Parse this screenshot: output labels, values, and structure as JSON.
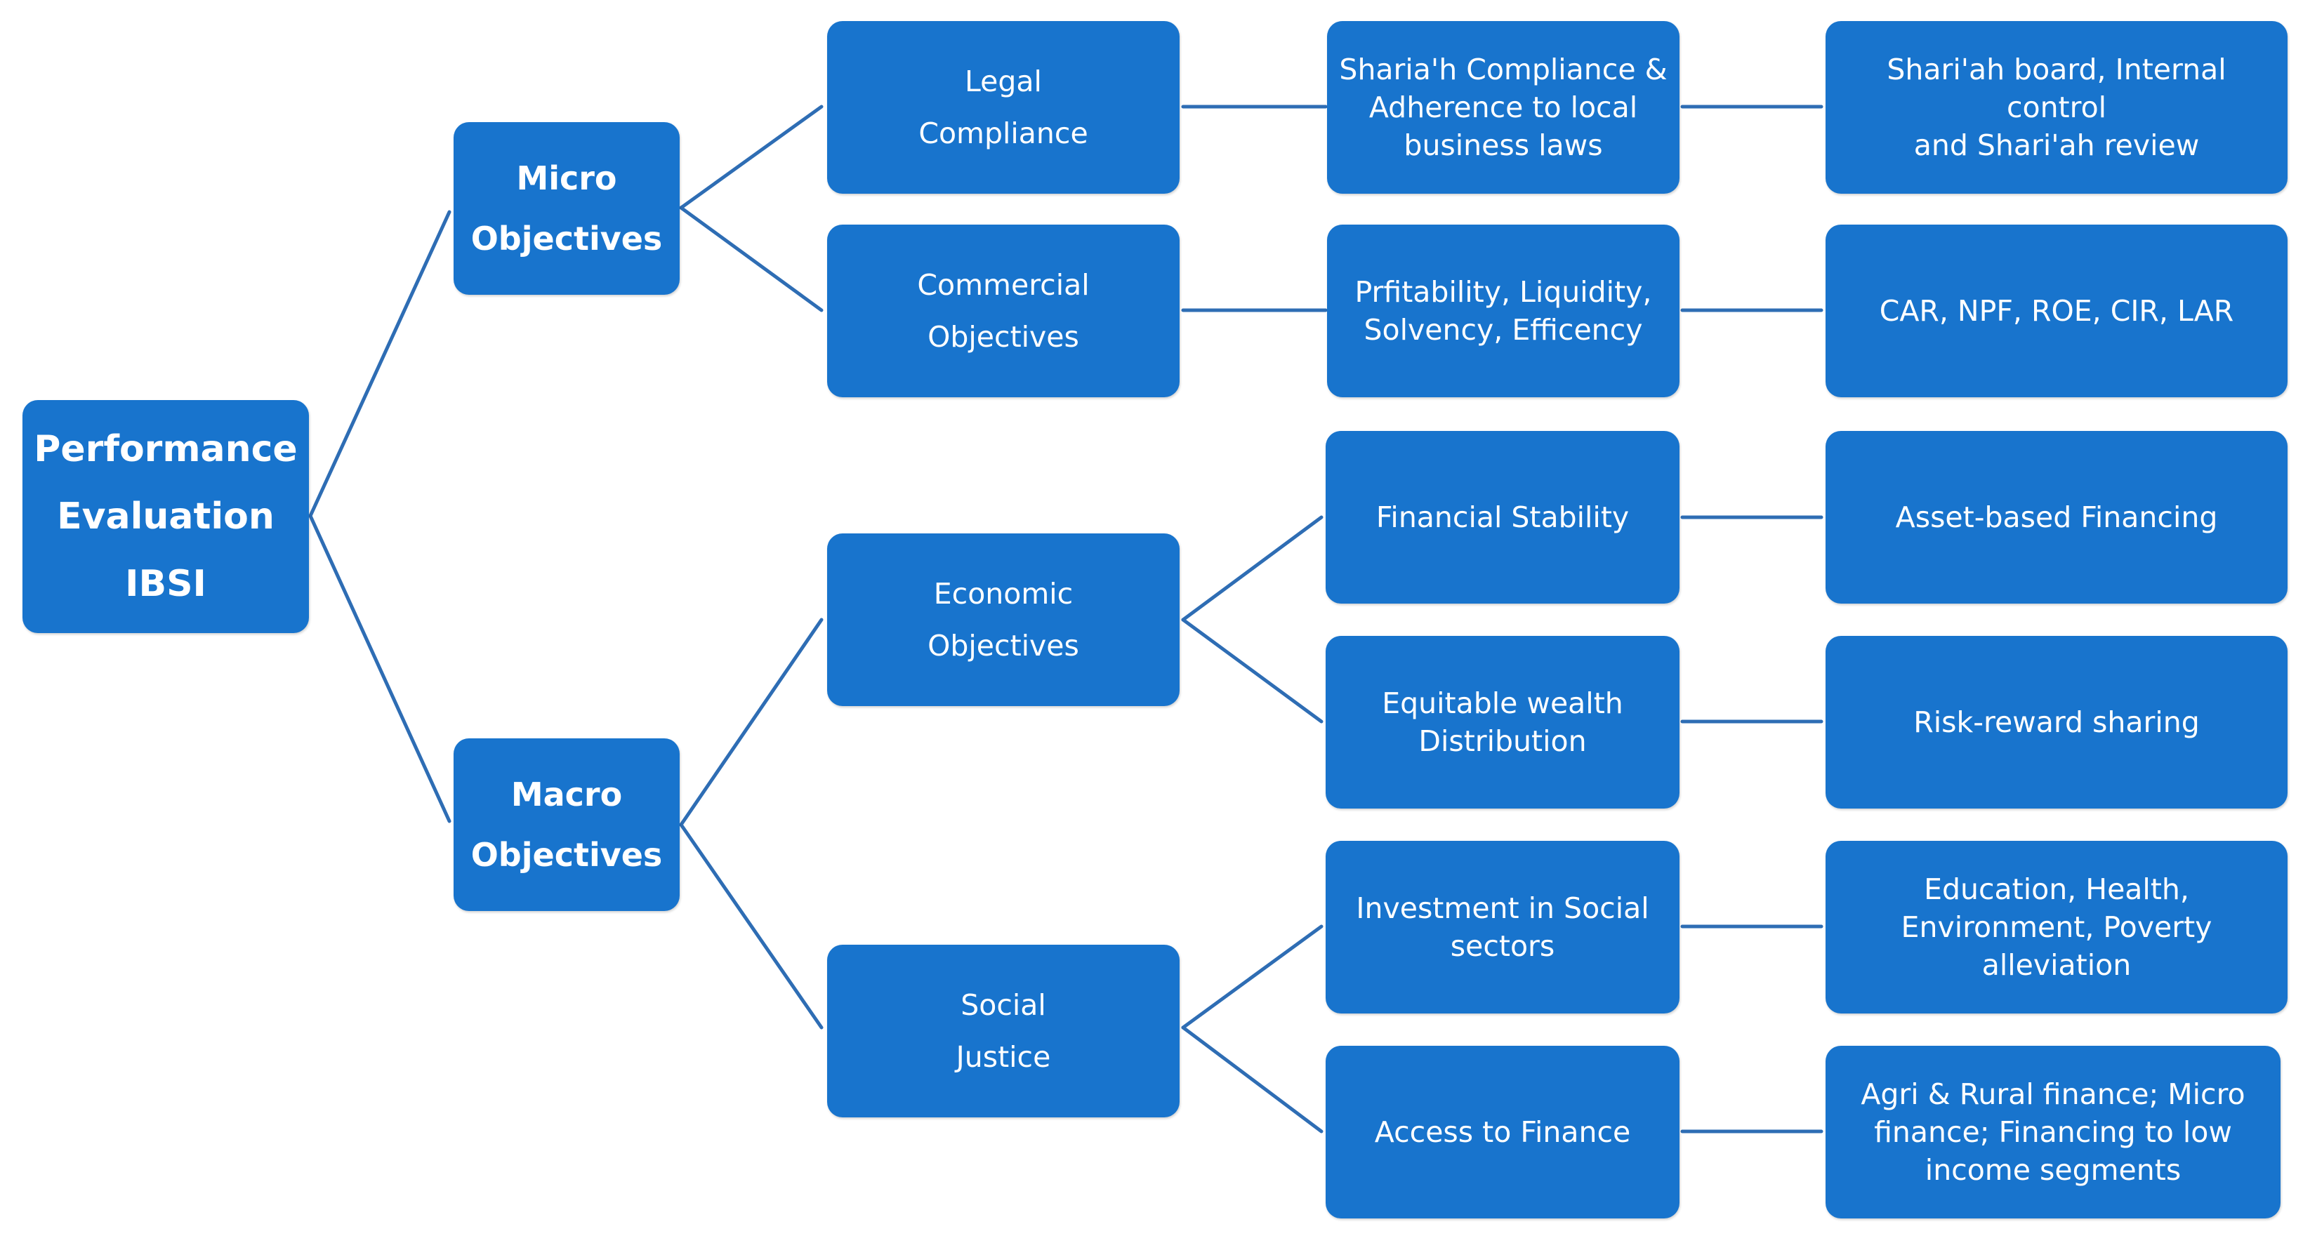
{
  "root": {
    "lines": [
      "Performance",
      "Evaluation",
      "IBSI"
    ]
  },
  "micro": {
    "lines": [
      "Micro",
      "Objectives"
    ],
    "legal": {
      "lines": [
        "Legal",
        "Compliance"
      ],
      "detail": [
        "Sharia'h Compliance &",
        "Adherence to local",
        "business laws"
      ],
      "tools": [
        "Shari'ah board, Internal control",
        "and Shari'ah review"
      ]
    },
    "commercial": {
      "lines": [
        "Commercial",
        "Objectives"
      ],
      "detail": [
        "Prfitability, Liquidity,",
        "Solvency, Efficency"
      ],
      "tools": [
        "CAR, NPF, ROE, CIR, LAR"
      ]
    }
  },
  "macro": {
    "lines": [
      "Macro",
      "Objectives"
    ],
    "economic": {
      "lines": [
        "Economic",
        "Objectives"
      ],
      "stability": {
        "detail": [
          "Financial Stability"
        ],
        "tools": [
          "Asset-based Financing"
        ]
      },
      "wealth": {
        "detail": [
          "Equitable wealth",
          "Distribution"
        ],
        "tools": [
          "Risk-reward sharing"
        ]
      }
    },
    "social": {
      "lines": [
        "Social",
        "Justice"
      ],
      "investment": {
        "detail": [
          "Investment in Social",
          "sectors"
        ],
        "tools": [
          "Education, Health,",
          "Environment, Poverty",
          "alleviation"
        ]
      },
      "access": {
        "detail": [
          "Access to Finance"
        ],
        "tools": [
          "Agri & Rural finance; Micro",
          "finance; Financing to low",
          "income segments"
        ]
      }
    }
  },
  "colors": {
    "box": "#1874cd",
    "connector": "#2e6db4",
    "text": "#ffffff"
  }
}
